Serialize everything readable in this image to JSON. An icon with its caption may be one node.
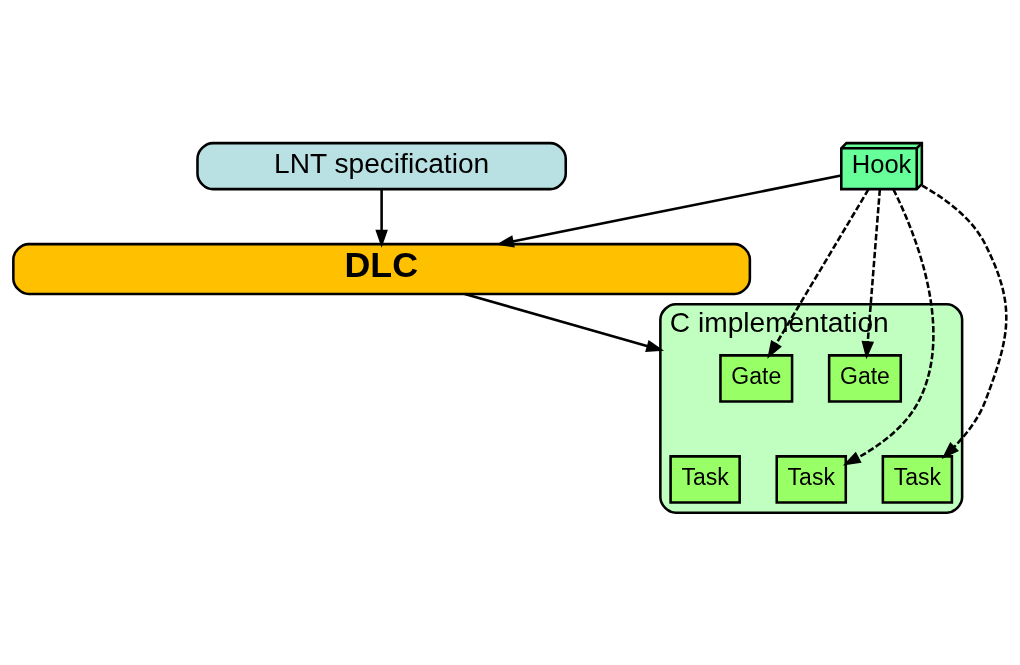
{
  "diagram": {
    "nodes": [
      {
        "text": [
          "LNT specification"
        ]
      },
      {
        "text": [
          "Hook"
        ]
      },
      {
        "text": [
          "DLC"
        ]
      },
      {
        "text": [
          "C implementation"
        ]
      },
      {
        "text": [
          "Gate"
        ],
        "in": 3
      },
      {
        "text": [
          "Gate"
        ],
        "in": 3
      },
      {
        "text": [
          "Task"
        ],
        "in": 3
      },
      {
        "text": [
          "Task"
        ],
        "in": 3
      },
      {
        "text": [
          "Task"
        ],
        "in": 3
      }
    ],
    "edges": [
      {
        "from": 0,
        "to": 2,
        "arrow": "to"
      },
      {
        "from": 1,
        "to": 2,
        "arrow": "to"
      },
      {
        "from": 2,
        "to": 3,
        "arrow": "to"
      },
      {
        "from": 1,
        "to": 4,
        "arrow": "to",
        "style": "dashed"
      },
      {
        "from": 1,
        "to": 7,
        "arrow": "to",
        "style": "dashed"
      },
      {
        "from": 1,
        "to": 5,
        "arrow": "to",
        "style": "dashed"
      },
      {
        "from": 1,
        "to": 8,
        "arrow": "to",
        "style": "dashed"
      }
    ]
  }
}
